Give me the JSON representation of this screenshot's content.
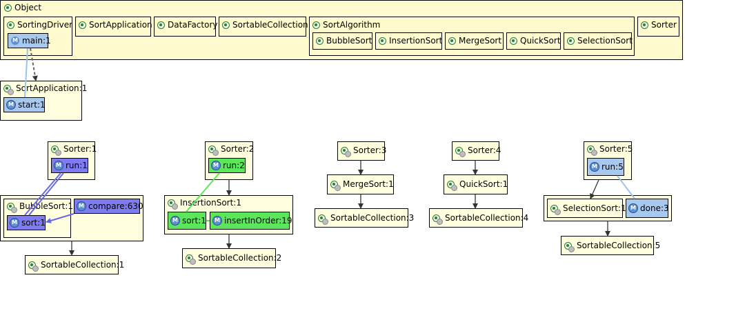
{
  "colors": {
    "method_blue": "#a8c8ee",
    "method_purple": "#7f7bf0",
    "method_green": "#5ce65c",
    "edge_dark": "#333333",
    "edge_blue": "#9ec3ea",
    "edge_purple": "#6b68e6",
    "edge_green": "#5ce65c"
  },
  "object": {
    "label": "Object",
    "sorting_driver": {
      "label": "SortingDriver",
      "main": "main:1"
    },
    "sort_application": "SortApplication",
    "data_factory": "DataFactory",
    "sortable_collection": "SortableCollection",
    "sort_algorithm": {
      "label": "SortAlgorithm",
      "subclasses": [
        "BubbleSort",
        "InsertionSort",
        "MergeSort",
        "QuickSort",
        "SelectionSort"
      ]
    },
    "sorter": "Sorter"
  },
  "sortapp_instance": {
    "label": "SortApplication:1",
    "start": "start:1"
  },
  "chain1": {
    "sorter": "Sorter:1",
    "run": "run:1",
    "algo": "BubbleSort:1",
    "sort": "sort:1",
    "compare": "compare:630",
    "collection": "SortableCollection:1"
  },
  "chain2": {
    "sorter": "Sorter:2",
    "run": "run:2",
    "algo": "InsertionSort:1",
    "sort": "sort:1",
    "insert": "insertInOrder:19",
    "collection": "SortableCollection:2"
  },
  "chain3": {
    "sorter": "Sorter:3",
    "algo": "MergeSort:1",
    "collection": "SortableCollection:3"
  },
  "chain4": {
    "sorter": "Sorter:4",
    "algo": "QuickSort:1",
    "collection": "SortableCollection:4"
  },
  "chain5": {
    "sorter": "Sorter:5",
    "run": "run:5",
    "algo": "SelectionSort:1",
    "done": "done:3",
    "collection": "SortableCollection:5"
  }
}
